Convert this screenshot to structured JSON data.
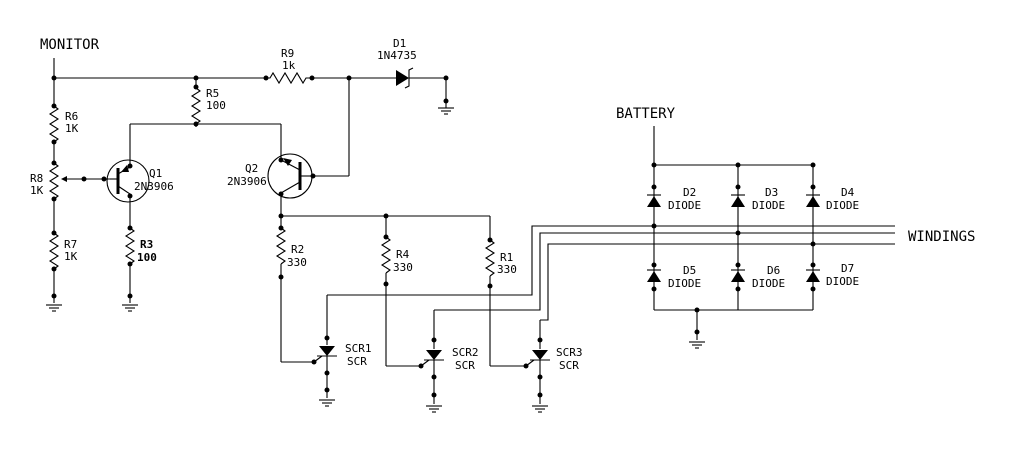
{
  "nets": {
    "monitor": "MONITOR",
    "battery": "BATTERY",
    "windings": "WINDINGS"
  },
  "parts": {
    "R9": {
      "ref": "R9",
      "value": "1k"
    },
    "D1": {
      "ref": "D1",
      "value": "1N4735"
    },
    "R5": {
      "ref": "R5",
      "value": "100"
    },
    "R6": {
      "ref": "R6",
      "value": "1K"
    },
    "R8": {
      "ref": "R8",
      "value": "1K"
    },
    "Q1": {
      "ref": "Q1",
      "value": "2N3906"
    },
    "R3": {
      "ref": "R3",
      "value": "100"
    },
    "R7": {
      "ref": "R7",
      "value": "1K"
    },
    "Q2": {
      "ref": "Q2",
      "value": "2N3906"
    },
    "R2": {
      "ref": "R2",
      "value": "330"
    },
    "R4": {
      "ref": "R4",
      "value": "330"
    },
    "R1": {
      "ref": "R1",
      "value": "330"
    },
    "SCR1": {
      "ref": "SCR1",
      "value": "SCR"
    },
    "SCR2": {
      "ref": "SCR2",
      "value": "SCR"
    },
    "SCR3": {
      "ref": "SCR3",
      "value": "SCR"
    },
    "D2": {
      "ref": "D2",
      "value": "DIODE"
    },
    "D3": {
      "ref": "D3",
      "value": "DIODE"
    },
    "D4": {
      "ref": "D4",
      "value": "DIODE"
    },
    "D5": {
      "ref": "D5",
      "value": "DIODE"
    },
    "D6": {
      "ref": "D6",
      "value": "DIODE"
    },
    "D7": {
      "ref": "D7",
      "value": "DIODE"
    }
  }
}
